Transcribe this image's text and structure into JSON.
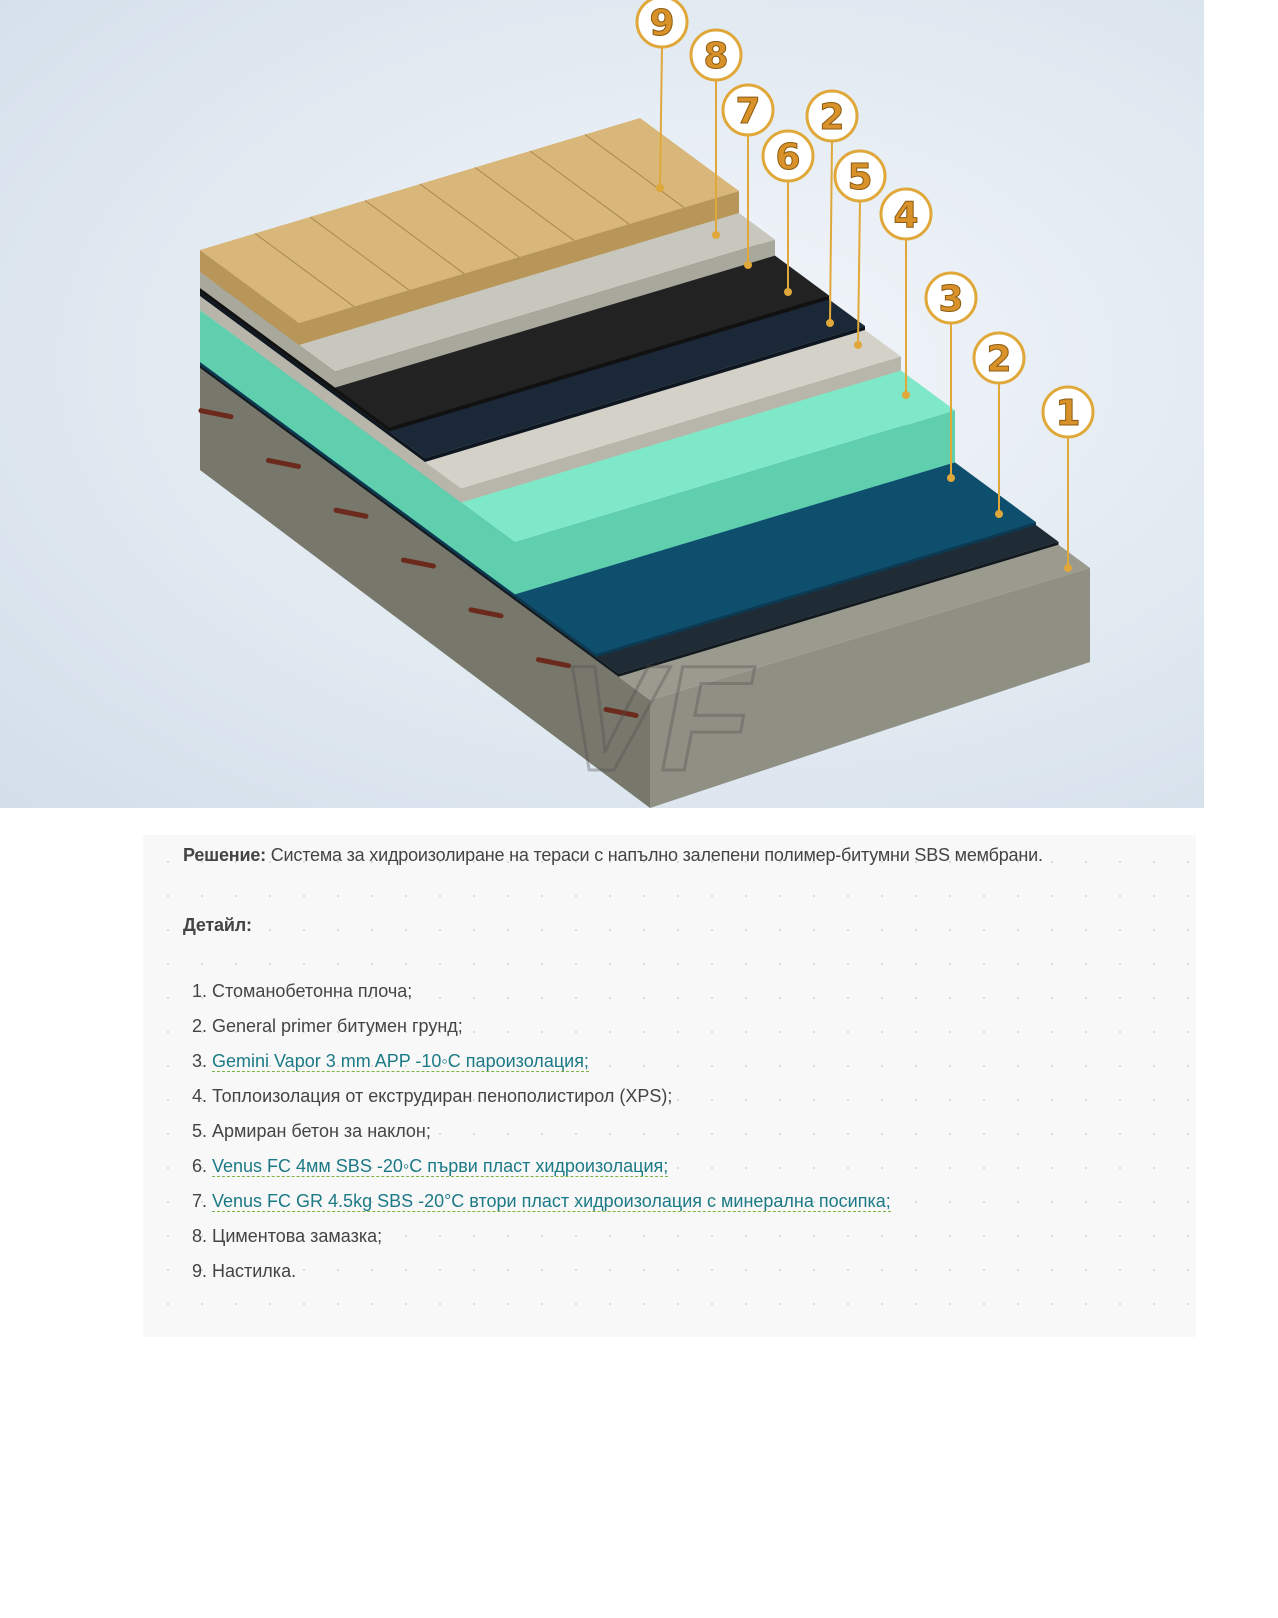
{
  "figure": {
    "callouts": [
      "9",
      "8",
      "7",
      "2",
      "6",
      "5",
      "4",
      "3",
      "2",
      "1"
    ],
    "watermark": "VF",
    "colors": {
      "callout_ring": "#e0a83a",
      "callout_text": "#d9922a",
      "xps": "#7fe8c8",
      "membrane": "#1d2b3a",
      "concrete": "#8a8a80",
      "tiles": "#d9b77a"
    }
  },
  "solution": {
    "label": "Решение:",
    "text": " Система за хидроизолиране на тераси с напълно залепени полимер-битумни SBS мембрани."
  },
  "detail": {
    "label": "Детайл:",
    "items": [
      {
        "text": "Стоманобетонна плоча;",
        "link": false
      },
      {
        "text": "General primer битумен грунд;",
        "link": false
      },
      {
        "text": "Gemini Vapor 3 mm APP -10◦C пароизолация;",
        "link": true
      },
      {
        "text": "Топлоизолация от екструдиран пенополистирол (XPS);",
        "link": false
      },
      {
        "text": "Армиран бетон за наклон;",
        "link": false
      },
      {
        "text": "Venus FC 4мм SBS -20◦C първи пласт хидроизолация;",
        "link": true
      },
      {
        "text": "Venus FC GR 4.5kg SBS -20°C втори пласт хидроизолация с минерална посипка;",
        "link": true
      },
      {
        "text": "Циментова замазка;",
        "link": false
      },
      {
        "text": "Настилка.",
        "link": false
      }
    ]
  }
}
